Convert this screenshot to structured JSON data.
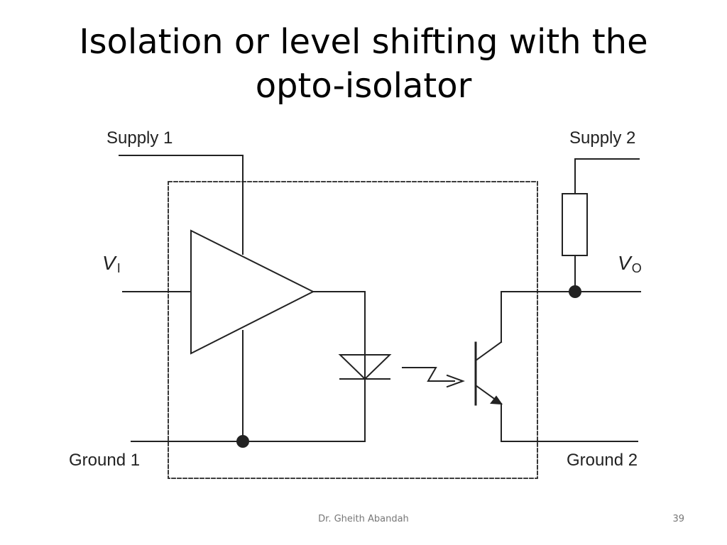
{
  "slide": {
    "title_line1": "Isolation or level shifting with the",
    "title_line2": "opto-isolator"
  },
  "diagram": {
    "labels": {
      "supply1": "Supply 1",
      "supply2": "Supply 2",
      "ground1": "Ground 1",
      "ground2": "Ground 2",
      "vi_main": "V",
      "vi_sub": "I",
      "vo_main": "V",
      "vo_sub": "O"
    }
  },
  "footer": {
    "author": "Dr. Gheith Abandah",
    "page": "39"
  }
}
